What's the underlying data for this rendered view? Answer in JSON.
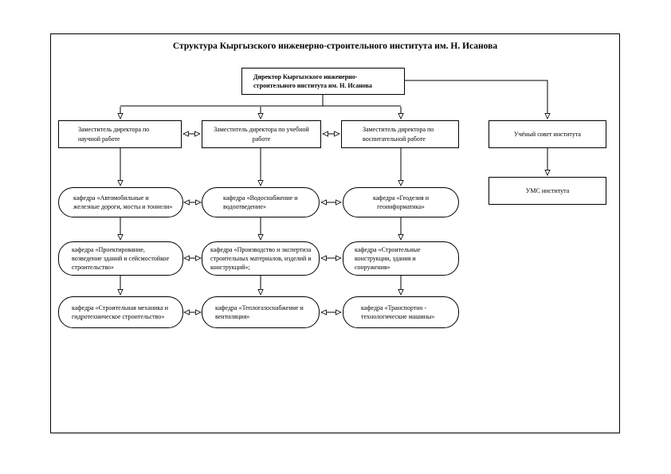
{
  "colors": {
    "ink": "#000000",
    "paper": "#ffffff"
  },
  "title": "Структура Кыргызского инженерно-строительного института им. Н. Исанова",
  "director": {
    "label": "Директор Кыргызского инженерно-строительного института им. Н. Исанова"
  },
  "deputies": [
    {
      "label": "Заместитель директора по научной работе"
    },
    {
      "label": "Заместитель директора по учебной работе"
    },
    {
      "label": "Заместитель директора по воспитательной работе"
    }
  ],
  "council": {
    "label": "Учёный совет института"
  },
  "ums": {
    "label": "УМС института"
  },
  "departments": [
    {
      "label": "кафедра «Автомобильные и железные дороги, мосты и тоннели»"
    },
    {
      "label": "кафедра «Водоснабжение и водоотведение»"
    },
    {
      "label": "кафедра «Геодезия и геоинформатика»"
    },
    {
      "label": "кафедра «Проектирование, возведение зданий и сейсмостойкое строительство»"
    },
    {
      "label": "кафедра «Производство и экспертиза строительных материалов, изделий и конструкций»;"
    },
    {
      "label": "кафедра «Строительные конструкции, здания и сооружения»"
    },
    {
      "label": "кафедра «Строительная механика и гидротехническое строительство»"
    },
    {
      "label": "кафедра «Теплогазоснабжение и вентиляция»"
    },
    {
      "label": "кафедра «Транспортно - технологические машины»"
    }
  ]
}
